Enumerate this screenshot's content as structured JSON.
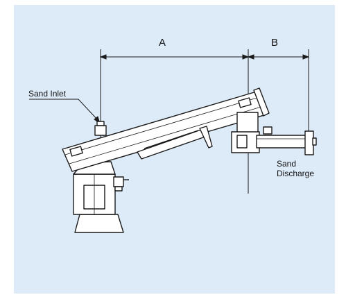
{
  "diagram": {
    "background_color": "#ddeaf7",
    "line_color": "#1a1a1a",
    "dimensions": {
      "a_label": "A",
      "b_label": "B"
    },
    "labels": {
      "sand_inlet": "Sand Inlet",
      "sand_discharge_line1": "Sand",
      "sand_discharge_line2": "Discharge"
    }
  }
}
